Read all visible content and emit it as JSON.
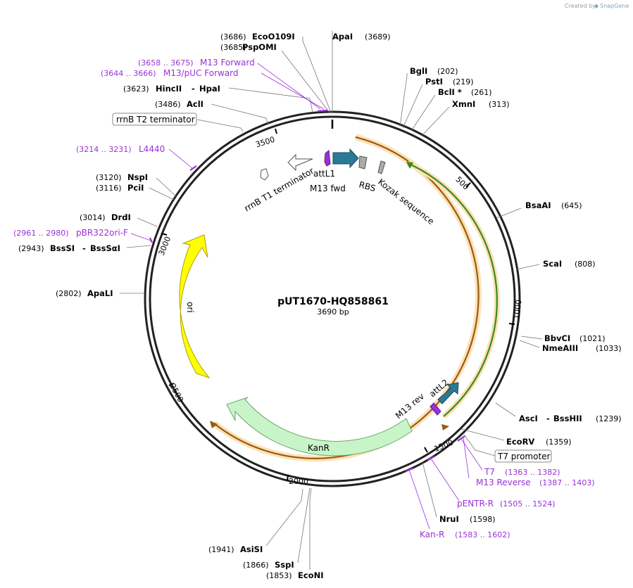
{
  "credit": {
    "prefix": "Created by",
    "brand": "SnapGene"
  },
  "plasmid": {
    "name": "pUT1670-HQ858861",
    "size": "3690 bp"
  },
  "ticks": [
    "500",
    "1000",
    "1500",
    "2000",
    "2500",
    "3000",
    "3500"
  ],
  "enzymes": [
    {
      "name": "EcoO109I",
      "pos": "(3686)"
    },
    {
      "name": "PspOMI",
      "pos": "(3685)"
    },
    {
      "name": "ApaI",
      "pos": "(3689)"
    },
    {
      "name": "HincII",
      "name2": "HpaI",
      "pos": "(3623)"
    },
    {
      "name": "AclI",
      "pos": "(3486)"
    },
    {
      "name": "BglI",
      "pos": "(202)"
    },
    {
      "name": "PstI",
      "pos": "(219)"
    },
    {
      "name": "BclI *",
      "pos": "(261)"
    },
    {
      "name": "XmnI",
      "pos": "(313)"
    },
    {
      "name": "BsaAI",
      "pos": "(645)"
    },
    {
      "name": "ScaI",
      "pos": "(808)"
    },
    {
      "name": "BbvCI",
      "pos": "(1021)"
    },
    {
      "name": "NmeAIII",
      "pos": "(1033)"
    },
    {
      "name": "AscI",
      "name2": "BssHII",
      "pos": "(1239)"
    },
    {
      "name": "EcoRV",
      "pos": "(1359)"
    },
    {
      "name": "NruI",
      "pos": "(1598)"
    },
    {
      "name": "AsiSI",
      "pos": "(1941)"
    },
    {
      "name": "SspI",
      "pos": "(1866)"
    },
    {
      "name": "EcoNI",
      "pos": "(1853)"
    },
    {
      "name": "ApaLI",
      "pos": "(2802)"
    },
    {
      "name": "BssSI",
      "name2": "BssSαI",
      "pos": "(2943)"
    },
    {
      "name": "DrdI",
      "pos": "(3014)"
    },
    {
      "name": "NspI",
      "pos": "(3120)"
    },
    {
      "name": "PciI",
      "pos": "(3116)"
    }
  ],
  "primers": [
    {
      "name": "M13 Forward",
      "pos": "(3658 .. 3675)"
    },
    {
      "name": "M13/pUC Forward",
      "pos": "(3644 .. 3666)"
    },
    {
      "name": "L4440",
      "pos": "(3214 .. 3231)"
    },
    {
      "name": "pBR322ori-F",
      "pos": "(2961 .. 2980)"
    },
    {
      "name": "T7",
      "pos": "(1363 .. 1382)"
    },
    {
      "name": "M13 Reverse",
      "pos": "(1387 .. 1403)"
    },
    {
      "name": "pENTR-R",
      "pos": "(1505 .. 1524)"
    },
    {
      "name": "Kan-R",
      "pos": "(1583 .. 1602)"
    }
  ],
  "boxed_features": {
    "rrnb_t2": "rrnB T2 terminator",
    "t7_promoter": "T7 promoter"
  },
  "features": {
    "attl1": "attL1",
    "m13_fwd": "M13 fwd",
    "rbs": "RBS",
    "kozak": "Kozak sequence",
    "rrnb_t1": "rrnB T1 terminator",
    "attl2": "attL2",
    "m13_rev": "M13 rev",
    "kanr": "KanR",
    "ori": "ori"
  },
  "colors": {
    "backbone": "#222222",
    "orange_feature": "#f0b45a",
    "green_feature": "#3a8a1c",
    "attl": "#2a7a96",
    "m13_site": "#9b30d9",
    "kanr": "#c8f5c8",
    "ori": "#ffff00",
    "primer": "#9b30d9"
  }
}
